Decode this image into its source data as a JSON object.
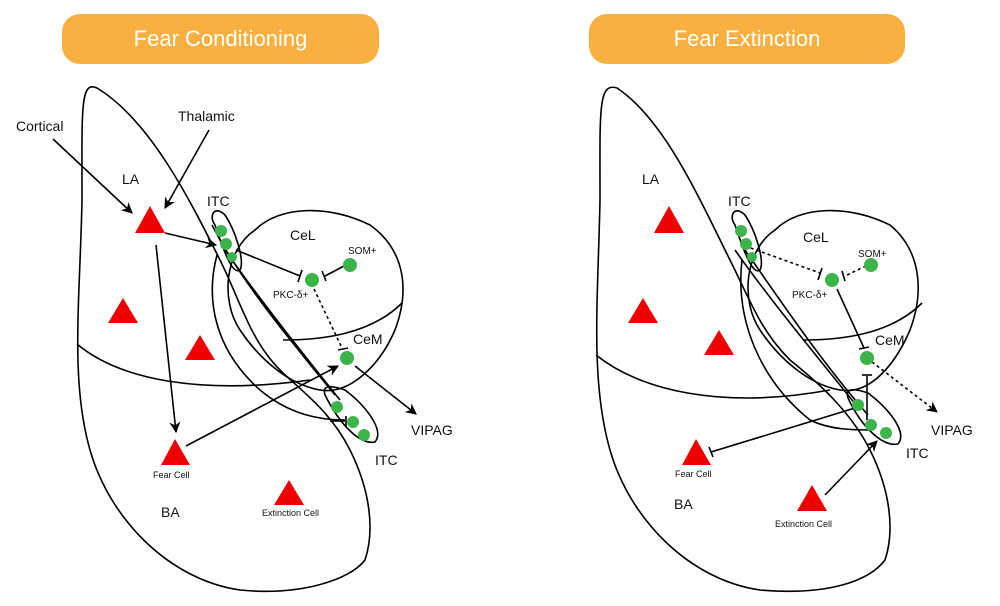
{
  "colors": {
    "pill": "#F9B040",
    "excitatory_cell": "#EE0000",
    "inhibitory_cell": "#3CB44B",
    "line": "#000000"
  },
  "panels": [
    {
      "title": "Fear Conditioning",
      "labels": {
        "cortical": "Cortical",
        "thalamic": "Thalamic",
        "la": "LA",
        "itc_top": "ITC",
        "cel": "CeL",
        "som": "SOM+",
        "pkc": "PKC-δ+",
        "cem": "CeM",
        "vipag": "VIPAG",
        "itc_bottom": "ITC",
        "fear_cell": "Fear Cell",
        "ba": "BA",
        "extinction_cell": "Extinction Cell"
      }
    },
    {
      "title": "Fear Extinction",
      "labels": {
        "la": "LA",
        "itc_top": "ITC",
        "cel": "CeL",
        "som": "SOM+",
        "pkc": "PKC-δ+",
        "cem": "CeM",
        "vipag": "VIPAG",
        "itc_bottom": "ITC",
        "fear_cell": "Fear Cell",
        "ba": "BA",
        "extinction_cell": "Extinction Cell"
      }
    }
  ]
}
